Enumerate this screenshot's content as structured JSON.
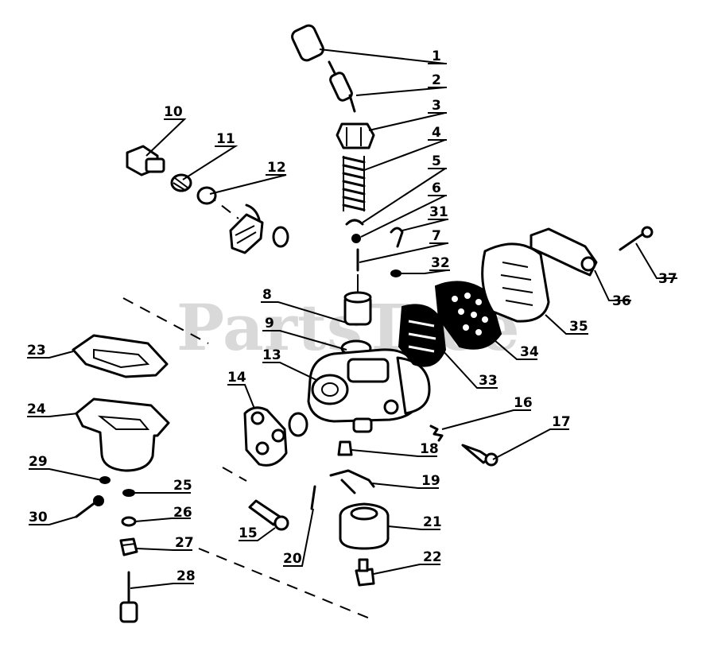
{
  "watermark": "PartsTree",
  "callouts": [
    {
      "id": "1",
      "label": "1"
    },
    {
      "id": "2",
      "label": "2"
    },
    {
      "id": "3",
      "label": "3"
    },
    {
      "id": "4",
      "label": "4"
    },
    {
      "id": "5",
      "label": "5"
    },
    {
      "id": "6",
      "label": "6"
    },
    {
      "id": "7",
      "label": "7"
    },
    {
      "id": "8",
      "label": "8"
    },
    {
      "id": "9",
      "label": "9"
    },
    {
      "id": "10",
      "label": "10"
    },
    {
      "id": "11",
      "label": "11"
    },
    {
      "id": "12",
      "label": "12"
    },
    {
      "id": "13",
      "label": "13"
    },
    {
      "id": "14",
      "label": "14"
    },
    {
      "id": "15",
      "label": "15"
    },
    {
      "id": "16",
      "label": "16"
    },
    {
      "id": "17",
      "label": "17"
    },
    {
      "id": "18",
      "label": "18"
    },
    {
      "id": "19",
      "label": "19"
    },
    {
      "id": "20",
      "label": "20"
    },
    {
      "id": "21",
      "label": "21"
    },
    {
      "id": "22",
      "label": "22"
    },
    {
      "id": "23",
      "label": "23"
    },
    {
      "id": "24",
      "label": "24"
    },
    {
      "id": "25",
      "label": "25"
    },
    {
      "id": "26",
      "label": "26"
    },
    {
      "id": "27",
      "label": "27"
    },
    {
      "id": "28",
      "label": "28"
    },
    {
      "id": "29",
      "label": "29"
    },
    {
      "id": "30",
      "label": "30"
    },
    {
      "id": "31",
      "label": "31"
    },
    {
      "id": "32",
      "label": "32"
    },
    {
      "id": "33",
      "label": "33"
    },
    {
      "id": "34",
      "label": "34"
    },
    {
      "id": "35",
      "label": "35"
    },
    {
      "id": "36",
      "label": "36"
    },
    {
      "id": "37",
      "label": "37"
    }
  ]
}
